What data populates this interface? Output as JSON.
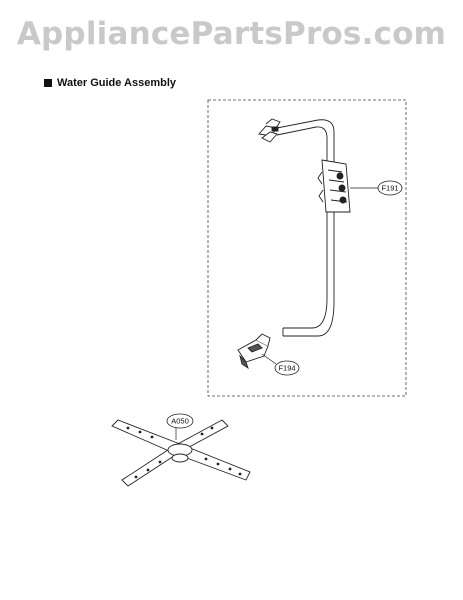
{
  "watermark": {
    "text": "AppliancePartsPros.com"
  },
  "section": {
    "title": "Water Guide Assembly"
  },
  "callouts": {
    "f191": "F191",
    "f194": "F194",
    "a050": "A050"
  }
}
